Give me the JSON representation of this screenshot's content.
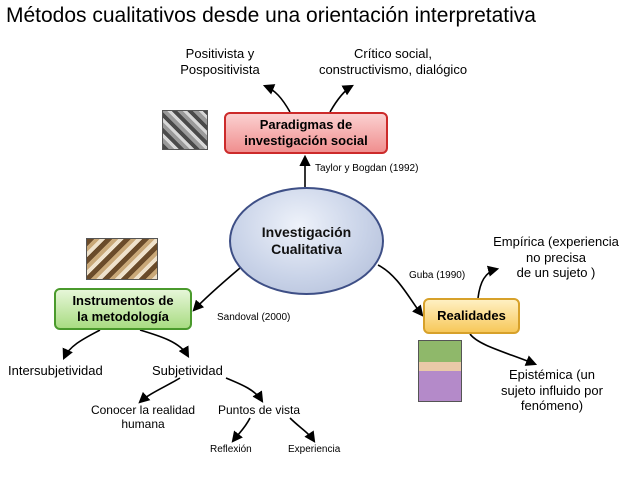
{
  "title": "Métodos cualitativos desde una orientación interpretativa",
  "nodes": {
    "center": [
      "Investigación",
      "Cualitativa"
    ],
    "paradigm": [
      "Paradigmas de",
      "investigación social"
    ],
    "instruments": [
      "Instrumentos de",
      "la metodología"
    ],
    "realities": "Realidades"
  },
  "labels": {
    "positivista": [
      "Positivista y",
      "Pospositivista"
    ],
    "critico": [
      "Crítico social,",
      "constructivismo, dialógico"
    ],
    "taylor": "Taylor y Bogdan (1992)",
    "guba": "Guba (1990)",
    "sandoval": "Sandoval (2000)",
    "empirica": [
      "Empírica (experiencia",
      "no precisa",
      "de un sujeto )"
    ],
    "epistemica": [
      "Epistémica (un",
      "sujeto influido por",
      "fenómeno)"
    ],
    "intersubjetividad": "Intersubjetividad",
    "subjetividad": "Subjetividad",
    "conocer": [
      "Conocer la realidad",
      "humana"
    ],
    "puntos": "Puntos de vista",
    "reflexion": "Reflexión",
    "experiencia": "Experiencia"
  },
  "colors": {
    "center_border": "#3e4f86",
    "paradigm_border": "#cc2a2a",
    "instruments_border": "#4a9a2c",
    "realities_border": "#d7a12a"
  }
}
